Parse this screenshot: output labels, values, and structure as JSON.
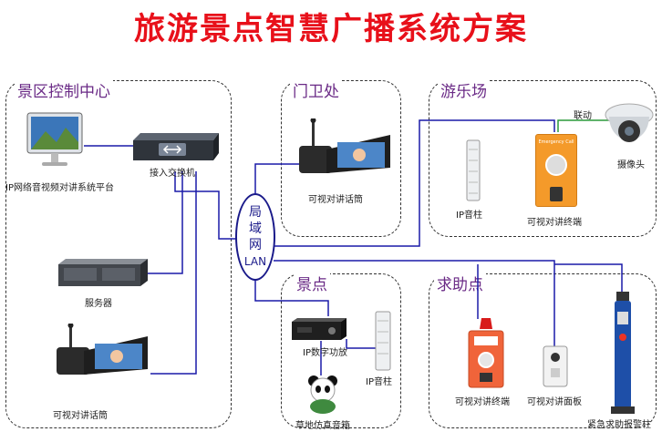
{
  "title": "旅游景点智慧广播系统方案",
  "colors": {
    "title": "#e8101a",
    "zone_label": "#6a2a86",
    "wire": "#1a1aa8",
    "link": "#2a9a3a"
  },
  "lan": {
    "line1": "局",
    "line2": "域",
    "line3": "网",
    "line4": "LAN"
  },
  "zones": {
    "control": {
      "label": "景区控制中心",
      "pc": "IP网络音视频对讲系统平台",
      "switch": "接入交换机",
      "server": "服务器",
      "console": "可视对讲话筒"
    },
    "gate": {
      "label": "门卫处",
      "console": "可视对讲话筒"
    },
    "park": {
      "label": "游乐场",
      "column": "IP音柱",
      "terminal": "可视对讲终端",
      "terminal_screen": "Emergency Call",
      "link": "联动",
      "camera": "摄像头"
    },
    "spot": {
      "label": "景点",
      "amp": "IP数字功放",
      "column": "IP音柱",
      "speaker": "草地仿真音箱"
    },
    "help": {
      "label": "求助点",
      "terminal": "可视对讲终端",
      "panel": "可视对讲面板",
      "pillar": "紧急求助报警柱"
    }
  }
}
